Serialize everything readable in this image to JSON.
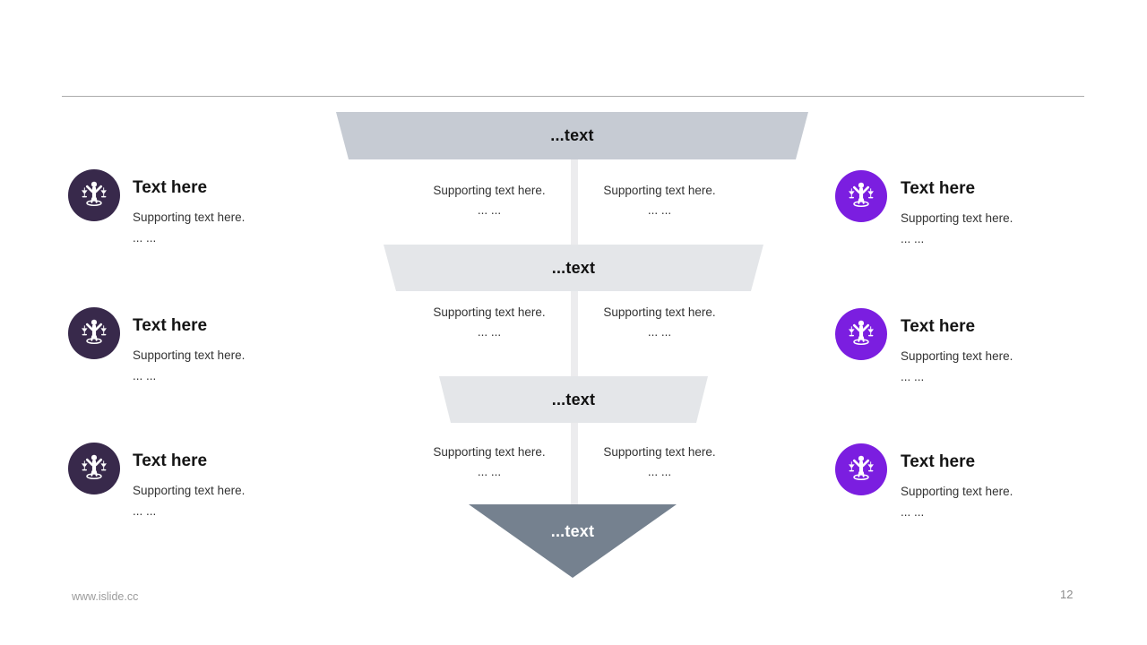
{
  "slide": {
    "footer": {
      "url": "www.islide.cc",
      "page_number": "12"
    }
  },
  "colors": {
    "divider": "#ababab",
    "center_line": "#ececee",
    "level1_bg": "#c6cbd3",
    "level2_bg": "#e4e6e9",
    "level3_bg": "#e4e6e9",
    "triangle_bg": "#75818f",
    "left_icon_bg": "#38294b",
    "right_icon_bg": "#7b1ee0"
  },
  "funnel": {
    "levels": [
      {
        "label": "...text"
      },
      {
        "label": "...text"
      },
      {
        "label": "...text"
      },
      {
        "label": "...text"
      }
    ],
    "notes_rows": [
      {
        "left": {
          "line1": "Supporting text here.",
          "line2": "... ..."
        },
        "right": {
          "line1": "Supporting text here.",
          "line2": "... ..."
        }
      },
      {
        "left": {
          "line1": "Supporting text here.",
          "line2": "... ..."
        },
        "right": {
          "line1": "Supporting text here.",
          "line2": "... ..."
        }
      },
      {
        "left": {
          "line1": "Supporting text here.",
          "line2": "... ..."
        },
        "right": {
          "line1": "Supporting text here.",
          "line2": "... ..."
        }
      }
    ]
  },
  "left_items": [
    {
      "title": "Text here",
      "line1": "Supporting text here.",
      "line2": "... ..."
    },
    {
      "title": "Text here",
      "line1": "Supporting text here.",
      "line2": "... ..."
    },
    {
      "title": "Text here",
      "line1": "Supporting text here.",
      "line2": "... ..."
    }
  ],
  "right_items": [
    {
      "title": "Text here",
      "line1": "Supporting text here.",
      "line2": "... ..."
    },
    {
      "title": "Text here",
      "line1": "Supporting text here.",
      "line2": "... ..."
    },
    {
      "title": "Text here",
      "line1": "Supporting text here.",
      "line2": "... ..."
    }
  ]
}
